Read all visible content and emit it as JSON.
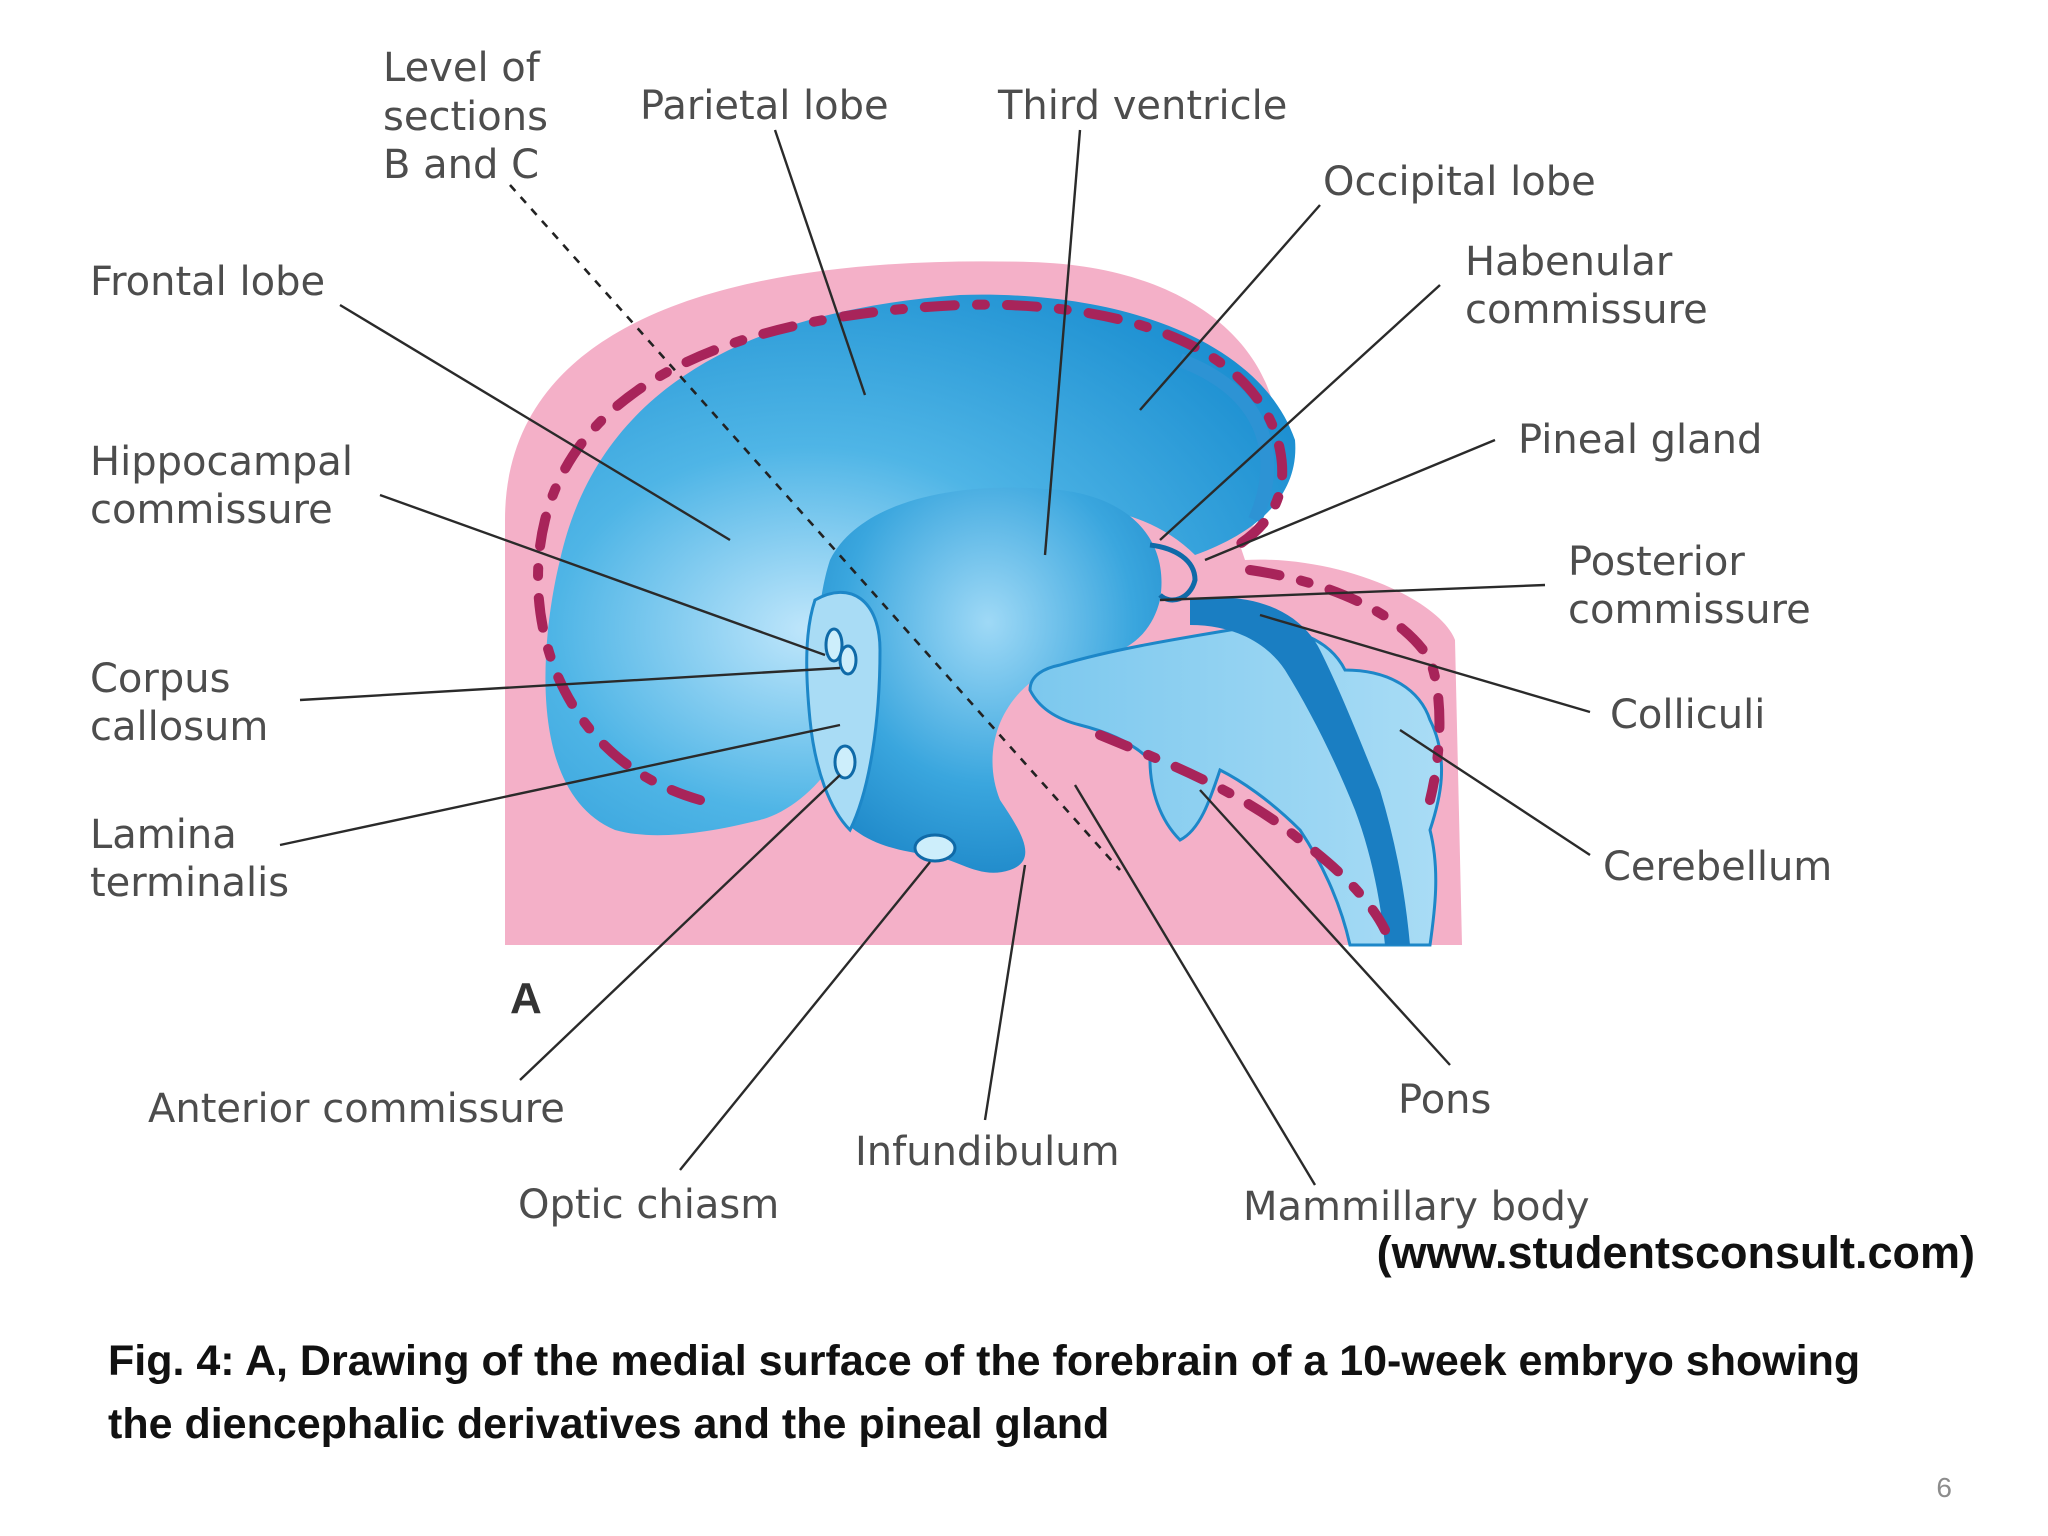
{
  "figure": {
    "panel_letter": "A",
    "labels": {
      "level_of_sections": [
        "Level of",
        "sections",
        "B and C"
      ],
      "parietal_lobe": "Parietal lobe",
      "third_ventricle": "Third ventricle",
      "occipital_lobe": "Occipital lobe",
      "habenular_commissure": [
        "Habenular",
        "commissure"
      ],
      "frontal_lobe": "Frontal lobe",
      "pineal_gland": "Pineal gland",
      "hippocampal_commissure": [
        "Hippocampal",
        "commissure"
      ],
      "posterior_commissure": [
        "Posterior",
        "commissure"
      ],
      "corpus_callosum": [
        "Corpus",
        "callosum"
      ],
      "colliculi": "Colliculi",
      "lamina_terminalis": [
        "Lamina",
        "terminalis"
      ],
      "cerebellum": "Cerebellum",
      "anterior_commissure": "Anterior commissure",
      "pons": "Pons",
      "infundibulum": "Infundibulum",
      "optic_chiasm": "Optic chiasm",
      "mammillary_body": "Mammillary body"
    }
  },
  "source": "(www.studentsconsult.com)",
  "caption": {
    "line1": "Fig. 4:  A, Drawing of the medial surface of the forebrain of a 10-week embryo showing",
    "line2": "the diencephalic derivatives and the pineal gland"
  },
  "page_number": "6",
  "colors": {
    "pink_tissue": "#f4b0c8",
    "dura_dash": "#a8245a",
    "hemisphere_blue": "#3aa6de",
    "deep_blue": "#1d87c8",
    "pale_blue": "#8fd0f0"
  }
}
